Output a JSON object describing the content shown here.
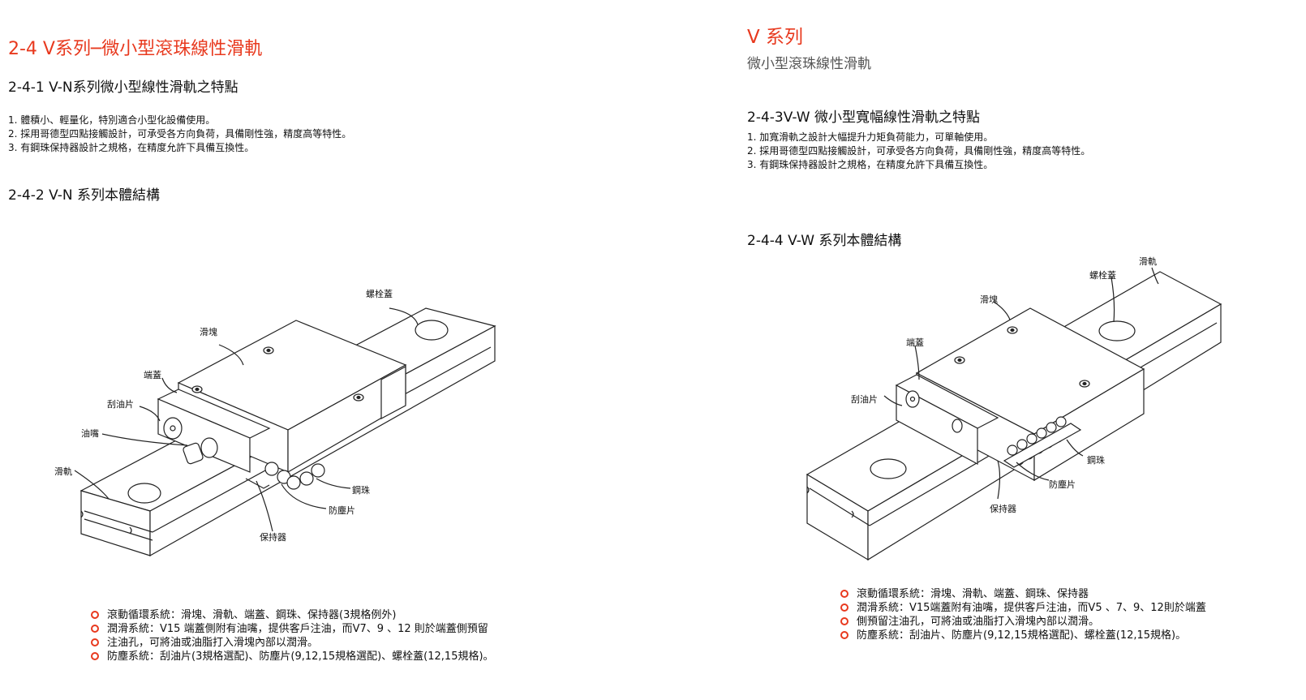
{
  "left": {
    "main_title": "2-4  V系列─微小型滾珠線性滑軌",
    "features_heading": "2-4-1 V-N系列微小型線性滑軌之特點",
    "features": [
      "1. 體積小、輕量化，特別適合小型化設備使用。",
      "2. 採用哥德型四點接觸設計，可承受各方向負荷，具備剛性強，精度高等特性。",
      "3. 有鋼珠保持器設計之規格，在精度允許下具備互換性。"
    ],
    "structure_heading": "2-4-2 V-N 系列本體結構",
    "labels": {
      "bolt_cap": "螺栓蓋",
      "block": "滑塊",
      "end_cap": "端蓋",
      "scraper": "刮油片",
      "grease_nipple": "油嘴",
      "rail": "滑軌",
      "ball": "鋼珠",
      "dust_plate": "防塵片",
      "retainer": "保持器"
    },
    "bullets": [
      "滾動循環系統：滑塊、滑軌、端蓋、鋼珠、保持器(3規格例外)",
      "潤滑系統：V15 端蓋側附有油嘴，提供客戶注油，而V7、9 、12 則於端蓋側預留",
      "注油孔，可將油或油脂打入滑塊內部以潤滑。",
      "防塵系統：刮油片(3規格選配)、防塵片(9,12,15規格選配)、螺栓蓋(12,15規格)。"
    ]
  },
  "right": {
    "series_title": "V 系列",
    "series_subtitle": "微小型滾珠線性滑軌",
    "features_heading": "2-4-3V-W 微小型寬幅線性滑軌之特點",
    "features": [
      "1. 加寬滑軌之設計大幅提升力矩負荷能力，可單軸使用。",
      "2. 採用哥德型四點接觸設計，可承受各方向負荷，具備剛性強，精度高等特性。",
      "3. 有鋼珠保持器設計之規格，在精度允許下具備互換性。"
    ],
    "structure_heading": "2-4-4 V-W 系列本體結構",
    "labels": {
      "rail": "滑軌",
      "bolt_cap": "螺栓蓋",
      "block": "滑塊",
      "end_cap": "端蓋",
      "scraper": "刮油片",
      "ball": "鋼珠",
      "dust_plate": "防塵片",
      "retainer": "保持器"
    },
    "bullets": [
      "滾動循環系統：滑塊、滑軌、端蓋、鋼珠、保持器",
      "潤滑系統：V15端蓋附有油嘴，提供客戶注油，而V5 、7、9、12則於端蓋",
      "側預留注油孔，可將油或油脂打入滑塊內部以潤滑。",
      "防塵系統：刮油片、防塵片(9,12,15規格選配)、螺栓蓋(12,15規格)。"
    ]
  },
  "colors": {
    "accent": "#e8391e",
    "subtitle_gray": "#555555"
  }
}
